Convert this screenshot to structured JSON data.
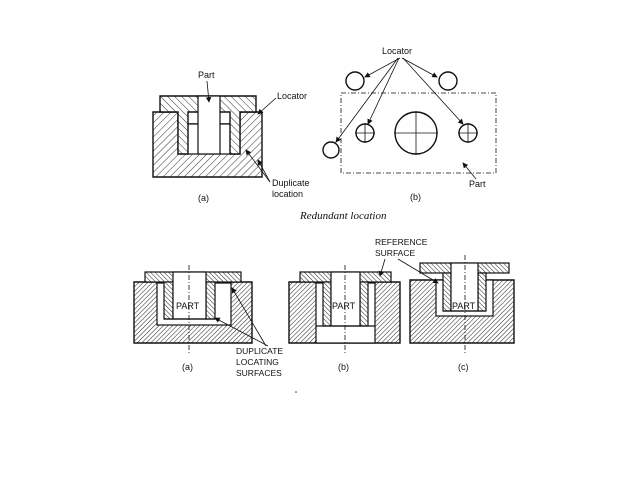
{
  "top": {
    "fig_a": {
      "part": "Part",
      "locator": "Locator",
      "duplicate_line1": "Duplicate",
      "duplicate_line2": "location",
      "caption": "(a)"
    },
    "fig_b": {
      "locator": "Locator",
      "part": "Part",
      "caption": "(b)"
    },
    "title": "Redundant location"
  },
  "bottom": {
    "reference_line1": "REFERENCE",
    "reference_line2": "SURFACE",
    "part_a": "PART",
    "part_b": "PART",
    "part_c": "PART",
    "duplicate_line1": "DUPLICATE",
    "duplicate_line2": "LOCATING",
    "duplicate_line3": "SURFACES",
    "caption_a": "(a)",
    "caption_b": "(b)",
    "caption_c": "(c)"
  }
}
